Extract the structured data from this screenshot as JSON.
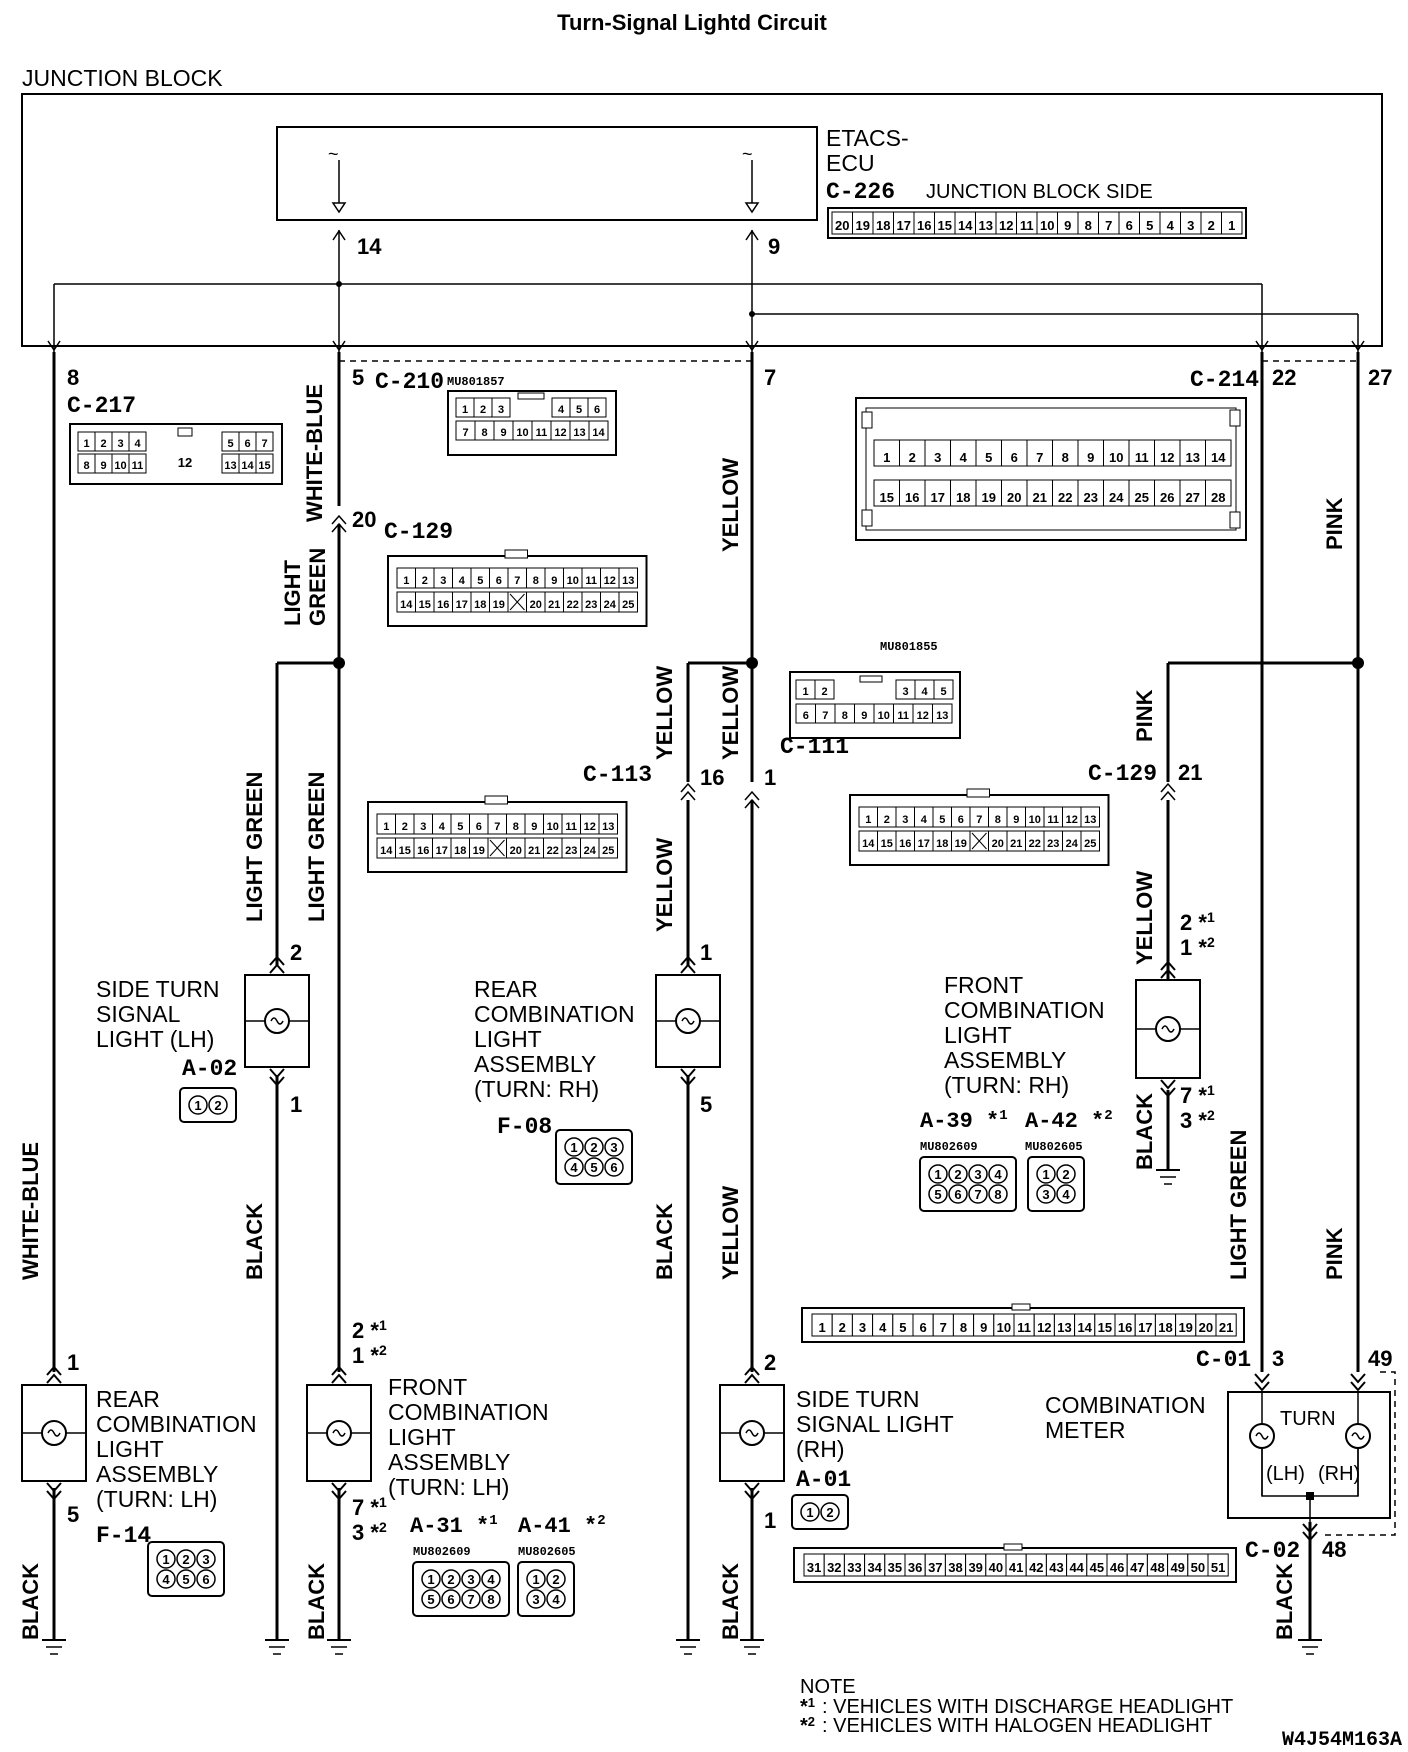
{
  "title": "Turn-Signal Lightd Circuit",
  "drawing_code": "W4J54M163A",
  "junction_block": {
    "label": "JUNCTION BLOCK",
    "ecu_line1": "ETACS-",
    "ecu_line2": "ECU",
    "ecu_connector": "C-226",
    "side_label": "JUNCTION BLOCK SIDE",
    "ecu_pins": [
      "20",
      "19",
      "18",
      "17",
      "16",
      "15",
      "14",
      "13",
      "12",
      "11",
      "10",
      "9",
      "8",
      "7",
      "6",
      "5",
      "4",
      "3",
      "2",
      "1"
    ],
    "ecu_out_pins": [
      "14",
      "9"
    ],
    "out_pins": [
      "8",
      "5",
      "7",
      "22",
      "27"
    ]
  },
  "connectors": {
    "c217": {
      "id": "C-217",
      "row1": [
        "1",
        "2",
        "3",
        "4",
        "",
        "",
        "5",
        "6",
        "7"
      ],
      "row2": [
        "8",
        "9",
        "10",
        "11",
        "12",
        "13",
        "14",
        "15"
      ]
    },
    "c210": {
      "id": "C-210",
      "part": "MU801857",
      "row1": [
        "1",
        "2",
        "3",
        "",
        "4",
        "5",
        "6"
      ],
      "row2": [
        "7",
        "8",
        "9",
        "10",
        "11",
        "12",
        "13",
        "14"
      ]
    },
    "c214": {
      "id": "C-214",
      "row1": [
        "1",
        "2",
        "3",
        "4",
        "5",
        "6",
        "7",
        "8",
        "9",
        "10",
        "11",
        "12",
        "13",
        "14"
      ],
      "row2": [
        "15",
        "16",
        "17",
        "18",
        "19",
        "20",
        "21",
        "22",
        "23",
        "24",
        "25",
        "26",
        "27",
        "28"
      ]
    },
    "c129": {
      "id": "C-129",
      "row1": [
        "1",
        "2",
        "3",
        "4",
        "5",
        "6",
        "7",
        "8",
        "9",
        "10",
        "11",
        "12",
        "13"
      ],
      "row2": [
        "14",
        "15",
        "16",
        "17",
        "18",
        "19",
        "",
        "20",
        "21",
        "22",
        "23",
        "24",
        "25"
      ]
    },
    "c111": {
      "id": "C-111",
      "part": "MU801855",
      "row1": [
        "1",
        "2",
        "",
        "",
        "3",
        "4",
        "5"
      ],
      "row2": [
        "6",
        "7",
        "8",
        "9",
        "10",
        "11",
        "12",
        "13"
      ]
    },
    "c113": {
      "id": "C-113",
      "row1": [
        "1",
        "2",
        "3",
        "4",
        "5",
        "6",
        "7",
        "8",
        "9",
        "10",
        "11",
        "12",
        "13"
      ],
      "row2": [
        "14",
        "15",
        "16",
        "17",
        "18",
        "19",
        "",
        "20",
        "21",
        "22",
        "23",
        "24",
        "25"
      ]
    },
    "c01": {
      "id": "C-01",
      "pins": [
        "1",
        "2",
        "3",
        "4",
        "5",
        "6",
        "7",
        "8",
        "9",
        "10",
        "11",
        "12",
        "13",
        "14",
        "15",
        "16",
        "17",
        "18",
        "19",
        "20",
        "21"
      ]
    },
    "c02": {
      "id": "C-02",
      "pins": [
        "31",
        "32",
        "33",
        "34",
        "35",
        "36",
        "37",
        "38",
        "39",
        "40",
        "41",
        "42",
        "43",
        "44",
        "45",
        "46",
        "47",
        "48",
        "49",
        "50",
        "51"
      ]
    }
  },
  "pin_labels": {
    "c129_left": "20",
    "c113_left": "16",
    "c111_center": "1",
    "c129_right": "21",
    "c01_pin3": "3",
    "c01_pin49": "49",
    "c02_pin48": "48"
  },
  "wires": {
    "white_blue": "WHITE-BLUE",
    "light_green": "LIGHT GREEN",
    "light_green_stack": "LIGHT\nGREEN",
    "yellow": "YELLOW",
    "pink": "PINK",
    "black": "BLACK"
  },
  "components": {
    "side_turn_lh": {
      "lines": [
        "SIDE TURN",
        "SIGNAL",
        "LIGHT (LH)"
      ],
      "conn": "A-02",
      "pin_top": "2",
      "pin_bot": "1",
      "plug": [
        "1",
        "2"
      ]
    },
    "rear_comb_rh": {
      "lines": [
        "REAR",
        "COMBINATION",
        "LIGHT",
        "ASSEMBLY",
        "(TURN: RH)"
      ],
      "conn": "F-08",
      "pin_top": "1",
      "pin_bot": "5",
      "plug": [
        "1",
        "2",
        "3",
        "4",
        "5",
        "6"
      ]
    },
    "front_comb_rh": {
      "lines": [
        "FRONT",
        "COMBINATION",
        "LIGHT",
        "ASSEMBLY",
        "(TURN: RH)"
      ],
      "pin_top1": "2",
      "pin_top2": "1",
      "pin_bot1": "7",
      "pin_bot2": "3",
      "conn1": "A-39",
      "part1": "MU802609",
      "conn2": "A-42",
      "part2": "MU802605",
      "plug1": [
        "1",
        "2",
        "3",
        "4",
        "5",
        "6",
        "7",
        "8"
      ],
      "plug2": [
        "1",
        "2",
        "3",
        "4"
      ]
    },
    "rear_comb_lh": {
      "lines": [
        "REAR",
        "COMBINATION",
        "LIGHT",
        "ASSEMBLY",
        "(TURN: LH)"
      ],
      "conn": "F-14",
      "pin_top": "1",
      "pin_bot": "5",
      "plug": [
        "1",
        "2",
        "3",
        "4",
        "5",
        "6"
      ]
    },
    "front_comb_lh": {
      "lines": [
        "FRONT",
        "COMBINATION",
        "LIGHT",
        "ASSEMBLY",
        "(TURN: LH)"
      ],
      "pin_top1": "2",
      "pin_top2": "1",
      "pin_bot1": "7",
      "pin_bot2": "3",
      "conn1": "A-31",
      "part1": "MU802609",
      "conn2": "A-41",
      "part2": "MU802605",
      "plug1": [
        "1",
        "2",
        "3",
        "4",
        "5",
        "6",
        "7",
        "8"
      ],
      "plug2": [
        "1",
        "2",
        "3",
        "4"
      ]
    },
    "side_turn_rh": {
      "lines": [
        "SIDE TURN",
        "SIGNAL LIGHT",
        "(RH)"
      ],
      "conn": "A-01",
      "pin_top": "2",
      "pin_bot": "1",
      "plug": [
        "1",
        "2"
      ]
    },
    "combination_meter": {
      "lines": [
        "COMBINATION",
        "METER"
      ],
      "inner": "TURN",
      "lh": "(LH)",
      "rh": "(RH)"
    }
  },
  "notes": {
    "header": "NOTE",
    "mark1": "*1",
    "mark2": "*2",
    "note1": ": VEHICLES WITH DISCHARGE HEADLIGHT",
    "note2": ": VEHICLES WITH HALOGEN HEADLIGHT"
  }
}
